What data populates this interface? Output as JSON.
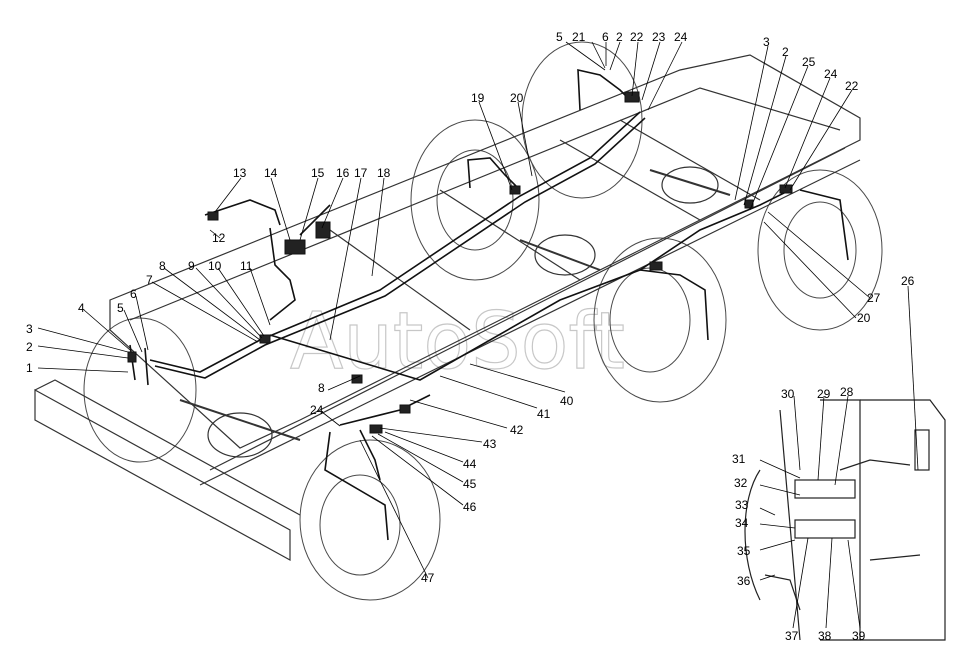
{
  "diagram": {
    "watermark": "AutoSoft",
    "callouts": {
      "c5a": "5",
      "c21": "21",
      "c6a": "6",
      "c2a": "2",
      "c22a": "22",
      "c23": "23",
      "c24a": "24",
      "c3a": "3",
      "c2b": "2",
      "c25": "25",
      "c24b": "24",
      "c22b": "22",
      "c19": "19",
      "c20a": "20",
      "c13": "13",
      "c14": "14",
      "c15": "15",
      "c16": "16",
      "c17": "17",
      "c18": "18",
      "c12": "12",
      "c26": "26",
      "c27": "27",
      "c20b": "20",
      "c3b": "3",
      "c2c": "2",
      "c1": "1",
      "c4": "4",
      "c5b": "5",
      "c6b": "6",
      "c7": "7",
      "c8a": "8",
      "c9": "9",
      "c10": "10",
      "c11": "11",
      "c40": "40",
      "c41": "41",
      "c42": "42",
      "c8b": "8",
      "c24c": "24",
      "c43": "43",
      "c44": "44",
      "c45": "45",
      "c46": "46",
      "c47": "47",
      "c30": "30",
      "c29": "29",
      "c28": "28",
      "c31": "31",
      "c32": "32",
      "c33": "33",
      "c34": "34",
      "c35": "35",
      "c36": "36",
      "c37": "37",
      "c38": "38",
      "c39": "39"
    }
  }
}
